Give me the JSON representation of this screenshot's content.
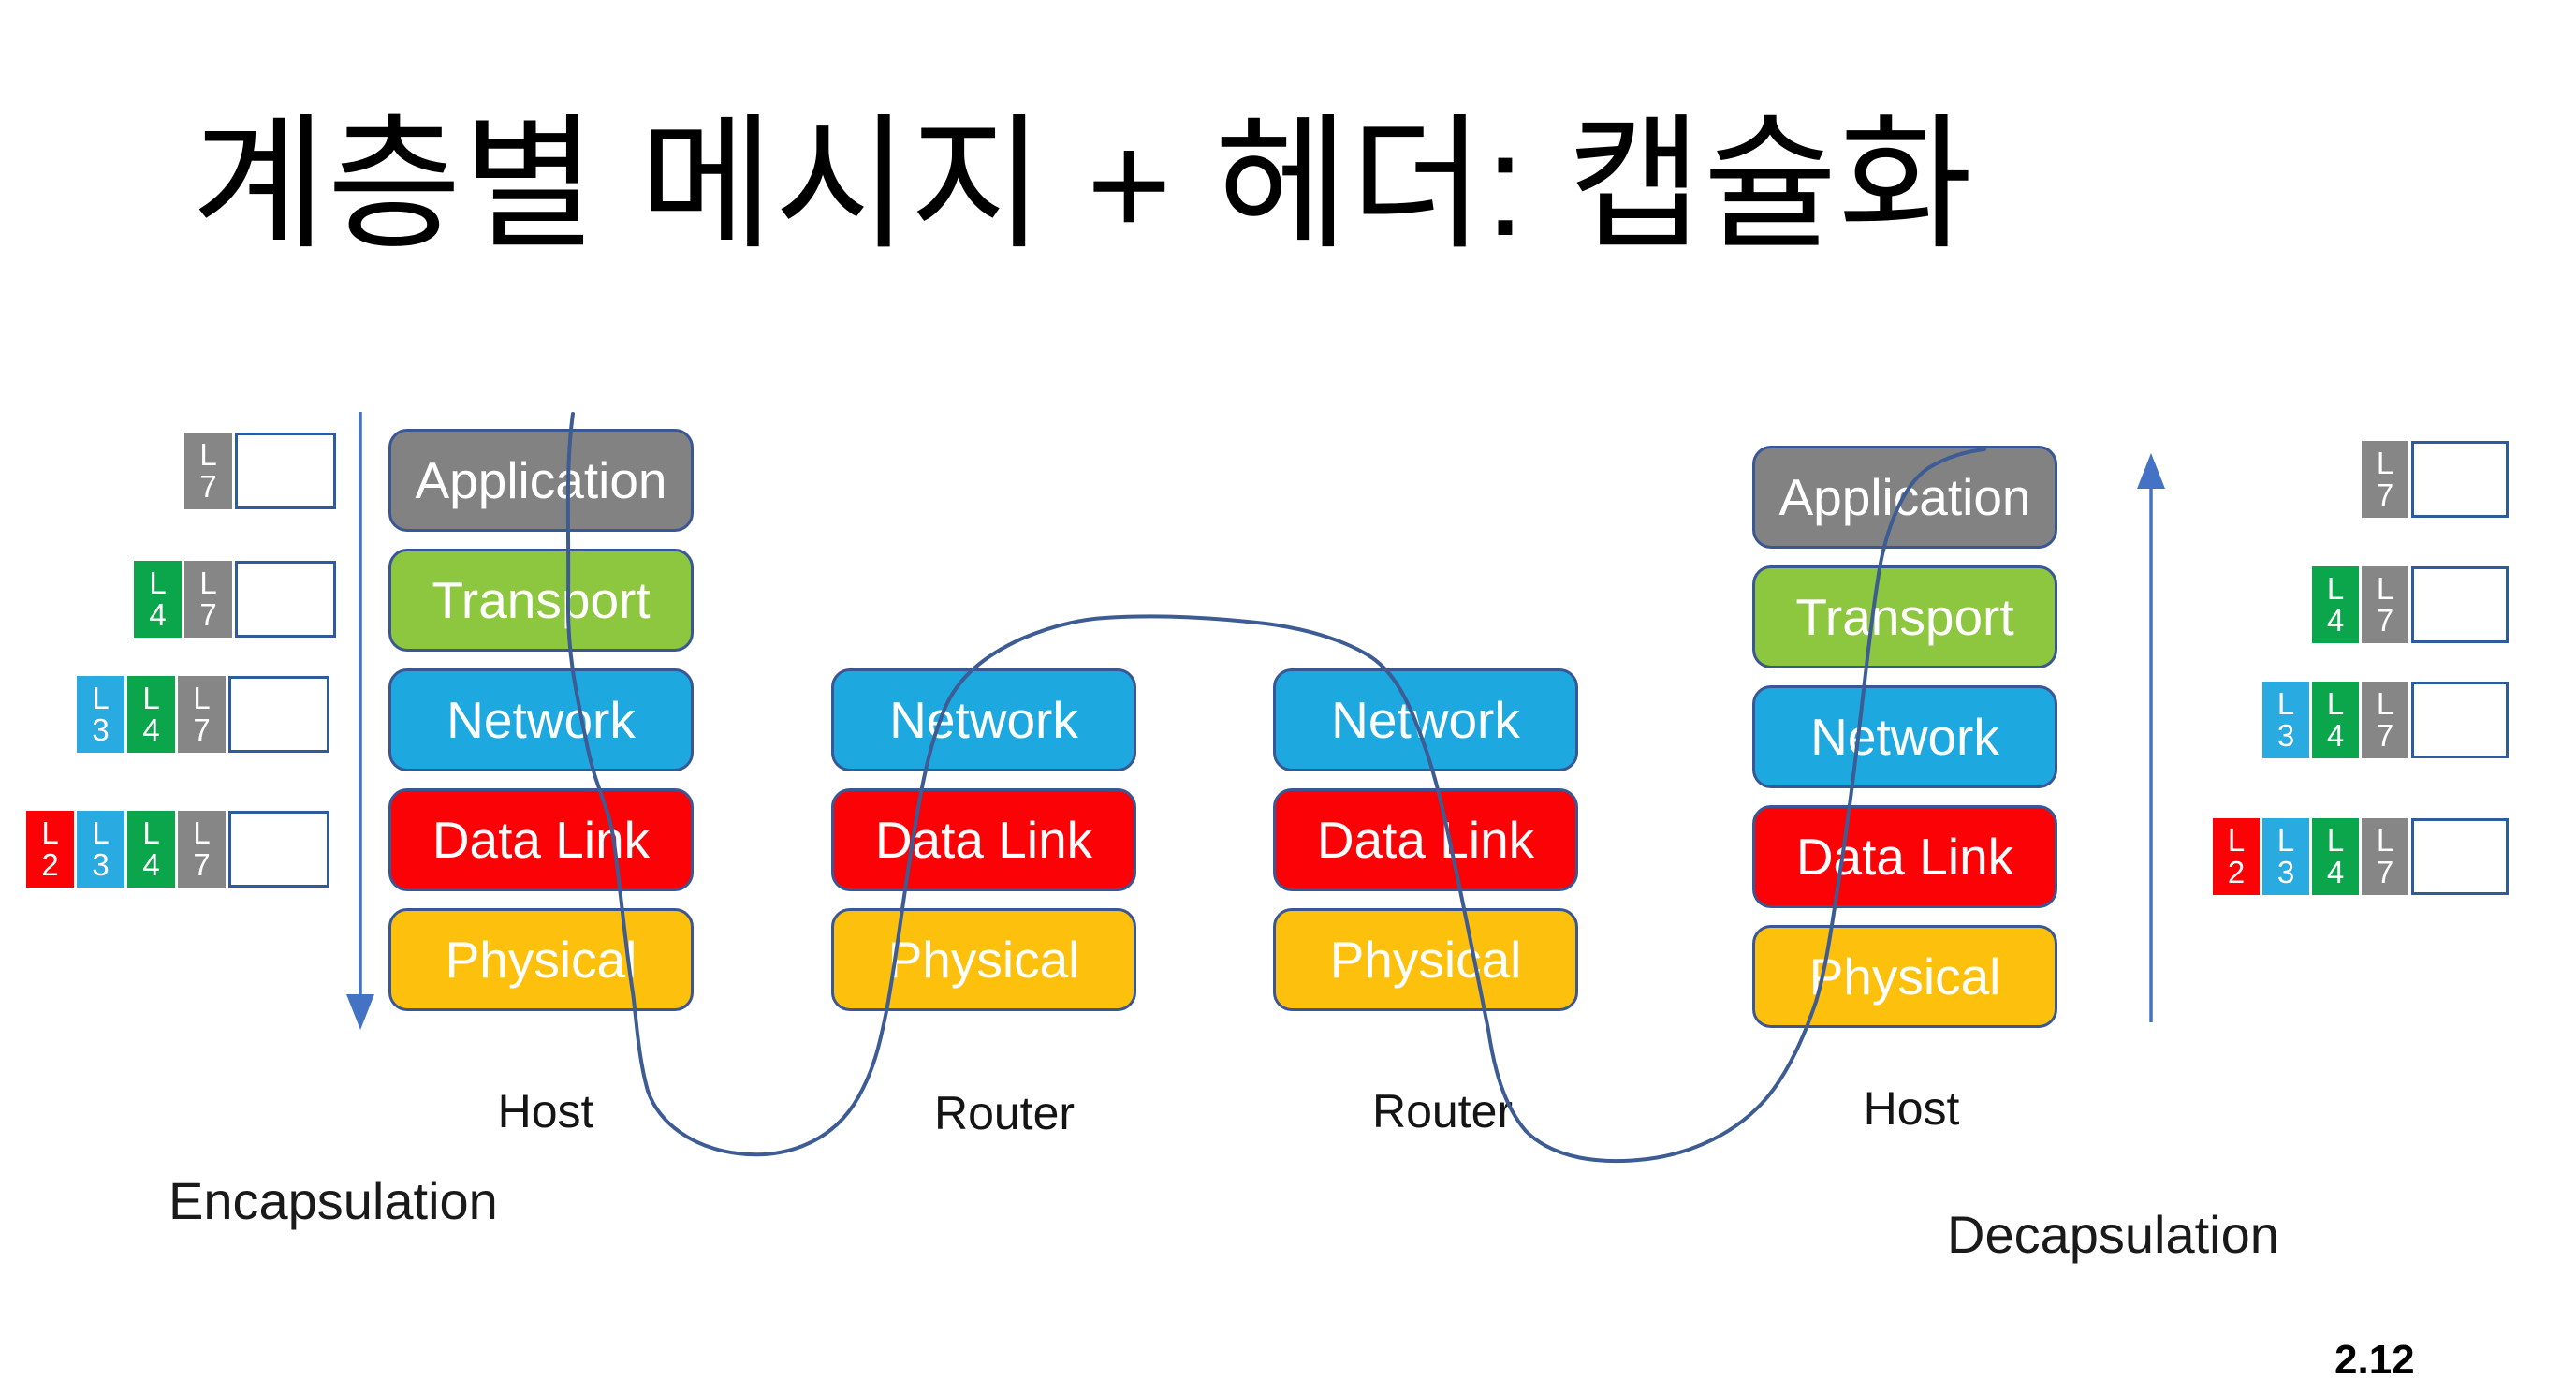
{
  "slide": {
    "title": "계층별 메시지 + 헤더: 캡슐화",
    "page_number": "2.12"
  },
  "captions": {
    "encapsulation": "Encapsulation",
    "decapsulation": "Decapsulation"
  },
  "stacks": {
    "host_left": {
      "label": "Host",
      "layers": {
        "application": "Application",
        "transport": "Transport",
        "network": "Network",
        "data_link": "Data Link",
        "physical": "Physical"
      }
    },
    "router_1": {
      "label": "Router",
      "layers": {
        "network": "Network",
        "data_link": "Data Link",
        "physical": "Physical"
      }
    },
    "router_2": {
      "label": "Router",
      "layers": {
        "network": "Network",
        "data_link": "Data Link",
        "physical": "Physical"
      }
    },
    "host_right": {
      "label": "Host",
      "layers": {
        "application": "Application",
        "transport": "Transport",
        "network": "Network",
        "data_link": "Data Link",
        "physical": "Physical"
      }
    }
  },
  "headers": {
    "l2": {
      "letter": "L",
      "number": "2",
      "color": "#FB0207"
    },
    "l3": {
      "letter": "L",
      "number": "3",
      "color": "#29ABE2"
    },
    "l4": {
      "letter": "L",
      "number": "4",
      "color": "#0BA64B"
    },
    "l7": {
      "letter": "L",
      "number": "7",
      "color": "#868686"
    }
  },
  "packet_rows": {
    "left": [
      [
        "l7"
      ],
      [
        "l4",
        "l7"
      ],
      [
        "l3",
        "l4",
        "l7"
      ],
      [
        "l2",
        "l3",
        "l4",
        "l7"
      ]
    ],
    "right": [
      [
        "l7"
      ],
      [
        "l4",
        "l7"
      ],
      [
        "l3",
        "l4",
        "l7"
      ],
      [
        "l2",
        "l3",
        "l4",
        "l7"
      ]
    ]
  },
  "colors": {
    "layer_application": "#828282",
    "layer_transport": "#8DC63F",
    "layer_network": "#1EA8E0",
    "layer_data_link": "#FB0207",
    "layer_physical": "#FDC00D",
    "stack_box_border": "#3A5795",
    "message_box_border": "#2E5B9B",
    "flow_arrow": "#4472C4",
    "message_path": "#3E5C94"
  }
}
